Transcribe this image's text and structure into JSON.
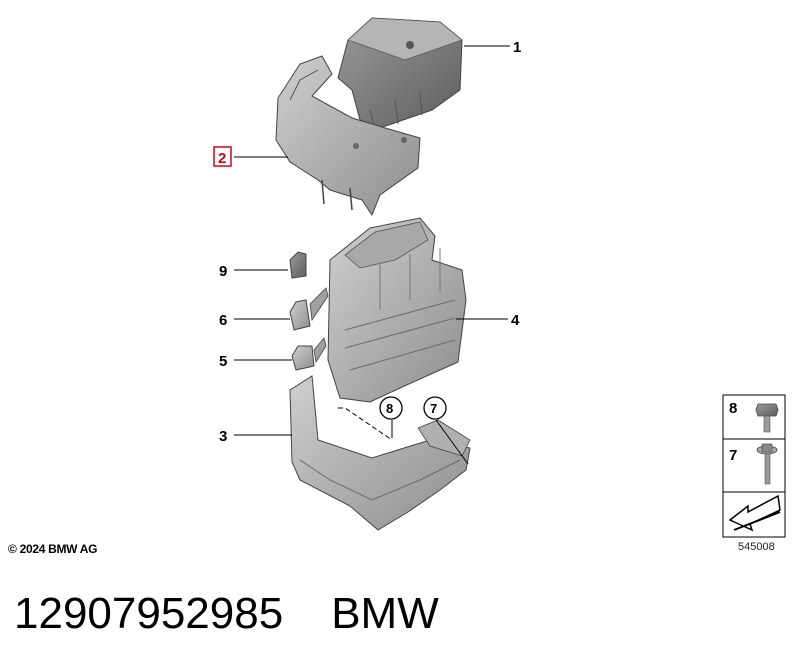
{
  "callouts": {
    "c1": "1",
    "c2": "2",
    "c3": "3",
    "c4": "4",
    "c5": "5",
    "c6": "6",
    "c7": "7",
    "c8": "8",
    "c9": "9"
  },
  "circled": {
    "c8": "8",
    "c7": "7"
  },
  "legend": {
    "bolt_8": "8",
    "bolt_7": "7"
  },
  "highlight_color": "#d0021b",
  "copyright": "© 2024 BMW AG",
  "diagram_code": "545008",
  "caption": {
    "part_number": "12907952985",
    "brand": "BMW"
  }
}
